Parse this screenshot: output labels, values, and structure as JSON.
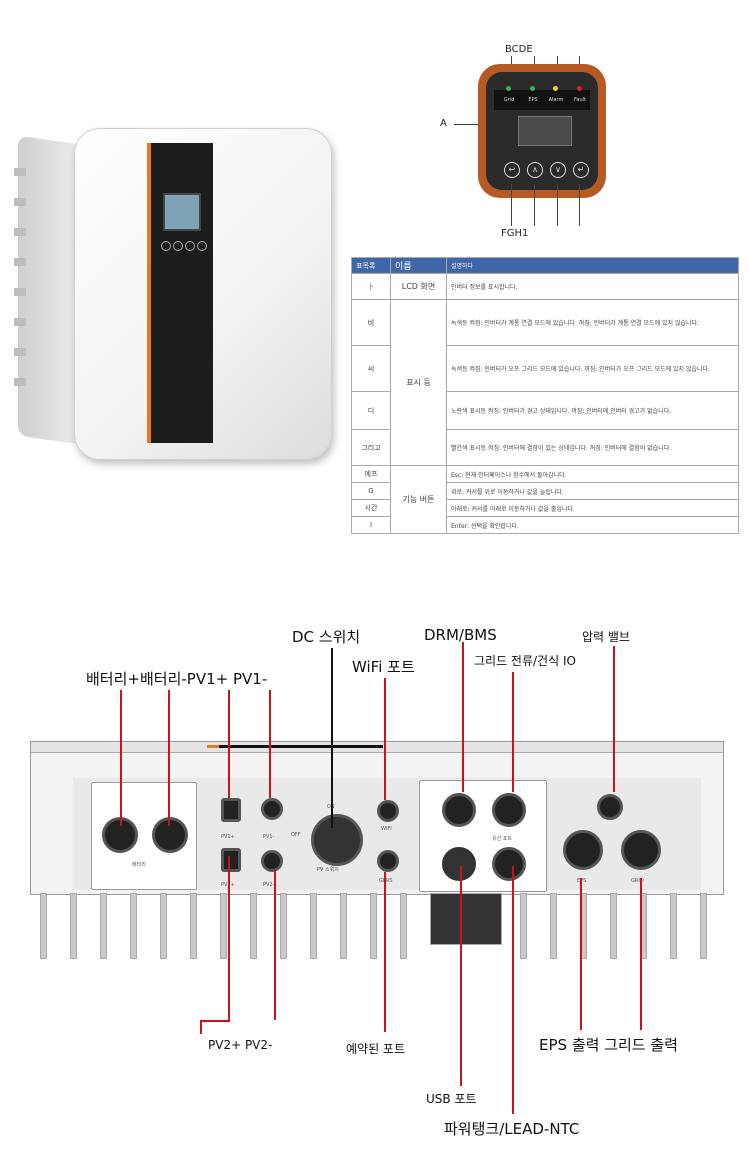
{
  "panel": {
    "top_letters": "BCDE",
    "left_letter": "A",
    "bottom_letters": "FGH1",
    "leds": [
      {
        "label": "Grid",
        "color": "#2db84a"
      },
      {
        "label": "EPS",
        "color": "#2db84a"
      },
      {
        "label": "Alarm",
        "color": "#f2d027"
      },
      {
        "label": "Fault",
        "color": "#d62222"
      }
    ],
    "buttons": [
      "↩",
      "∧",
      "∨",
      "↵"
    ]
  },
  "table": {
    "headers": [
      "표목록",
      "이름",
      "설명하다"
    ],
    "rows": [
      {
        "id": "ㅏ",
        "name": "LCD 화면",
        "desc": "인버터 정보를 표시합니다."
      },
      {
        "id": "비",
        "name": "",
        "desc": "녹색등 켜짐: 인버터가 계통 연결 모드에 있습니다. 꺼짐: 인버터가 계통 연결 모드에 있지 않습니다."
      },
      {
        "id": "씨",
        "name": "표시 등",
        "desc": "녹색등 켜짐: 인버터가 오프 그리드 모드에 있습니다. 꺼짐: 인버터가 오프 그리드 모드에 있지 않습니다."
      },
      {
        "id": "디",
        "name": "",
        "desc": "노란색 표시등 켜짐: 인버터가 경고 상태입니다. 꺼짐: 인버터에 인버터 경고가 없습니다."
      },
      {
        "id": "그리고",
        "name": "",
        "desc": "빨간색 표시등 켜짐: 인버터에 결함이 있는 상태입니다. 꺼짐: 인버터에 결함이 없습니다."
      },
      {
        "id": "에프",
        "name": "",
        "desc": "Esc: 현재 인터페이스나 함수에서 돌아갑니다."
      },
      {
        "id": "G",
        "name": "기능 버튼",
        "desc": "위로: 커서를 위로 이동하거나 값을 늘립니다."
      },
      {
        "id": "시간",
        "name": "",
        "desc": "아래로: 커서를 아래로 이동하거나 값을 줄입니다."
      },
      {
        "id": "I",
        "name": "",
        "desc": "Enter: 선택을 확인합니다."
      }
    ]
  },
  "ports": {
    "dc_switch": "DC 스위치",
    "drm_bms": "DRM/BMS",
    "pressure_valve": "압력 밸브",
    "wifi_port": "WiFi 포트",
    "grid_current": "그리드 전류/건식 IO",
    "battery_pv1": "배터리+배터리-PV1+ PV1-",
    "pv2": "PV2+ PV2-",
    "reserved_port": "예약된 포트",
    "eps_grid_out": "EPS 출력 그리드 출력",
    "usb_port": "USB 포트",
    "power_tank": "파워탱크/LEAD-NTC"
  },
  "case_labels": {
    "pv1p": "PV1+",
    "pv1n": "PV1-",
    "pv2p": "PV2+",
    "pv2n": "PV2-",
    "battery": "배터리",
    "on": "ON",
    "off": "OFF",
    "switch": "PV 스위치",
    "wifi": "WIFI",
    "gprs": "GPRS",
    "eps": "EPS",
    "grid": "GRID",
    "rj": "유선 포트"
  }
}
